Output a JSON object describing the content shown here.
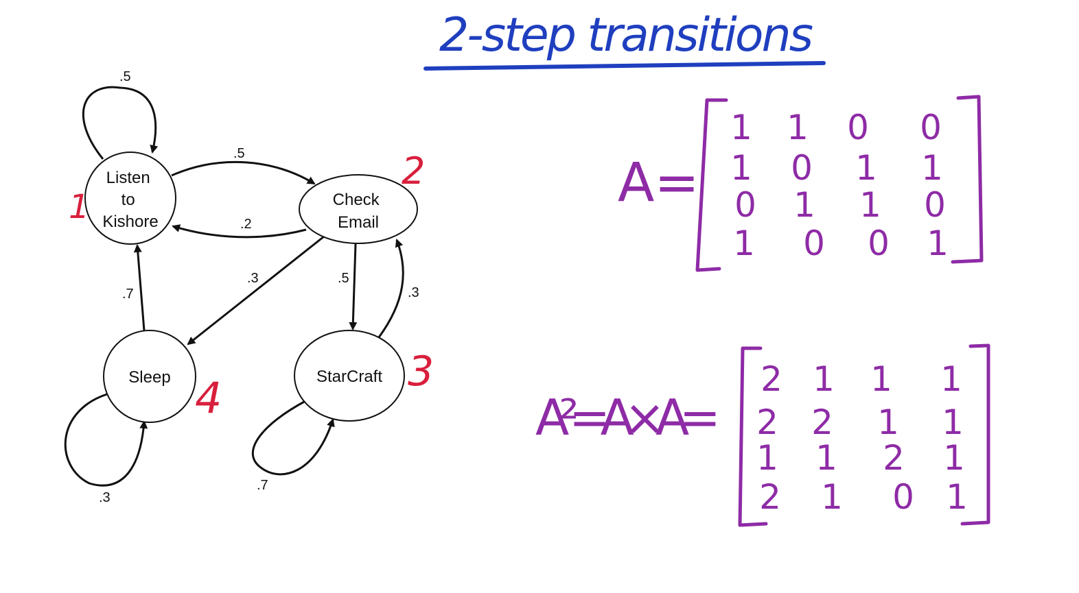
{
  "title": "2-step transitions",
  "colors": {
    "title": "#1f3fbf",
    "state_number": "#d81f3c",
    "matrix": "#8e2ba6",
    "ink": "#111111"
  },
  "graph": {
    "states": [
      {
        "id": "listen",
        "lines": [
          "Listen",
          "to",
          "Kishore"
        ],
        "number": "1"
      },
      {
        "id": "email",
        "lines": [
          "Check",
          "Email"
        ],
        "number": "2"
      },
      {
        "id": "starcraft",
        "lines": [
          "StarCraft"
        ],
        "number": "3"
      },
      {
        "id": "sleep",
        "lines": [
          "Sleep"
        ],
        "number": "4"
      }
    ],
    "edges": [
      {
        "from": "listen",
        "to": "listen",
        "p": ".5"
      },
      {
        "from": "listen",
        "to": "email",
        "p": ".5"
      },
      {
        "from": "email",
        "to": "listen",
        "p": ".2"
      },
      {
        "from": "email",
        "to": "sleep",
        "p": ".3"
      },
      {
        "from": "email",
        "to": "starcraft",
        "p": ".5"
      },
      {
        "from": "starcraft",
        "to": "email",
        "p": ".3"
      },
      {
        "from": "sleep",
        "to": "listen",
        "p": ".7"
      },
      {
        "from": "sleep",
        "to": "sleep",
        "p": ".3"
      },
      {
        "from": "starcraft",
        "to": "starcraft",
        "p": ".7"
      }
    ]
  },
  "matrices": {
    "A": {
      "label": "A=",
      "rows": [
        [
          "1",
          "1",
          "0",
          "0"
        ],
        [
          "1",
          "0",
          "1",
          "1"
        ],
        [
          "0",
          "1",
          "1",
          "0"
        ],
        [
          "1",
          "0",
          "0",
          "1"
        ]
      ]
    },
    "A2": {
      "label": "A²=A×A=",
      "rows": [
        [
          "2",
          "1",
          "1",
          "1"
        ],
        [
          "2",
          "2",
          "1",
          "1"
        ],
        [
          "1",
          "1",
          "2",
          "1"
        ],
        [
          "2",
          "1",
          "0",
          "1"
        ]
      ]
    }
  }
}
